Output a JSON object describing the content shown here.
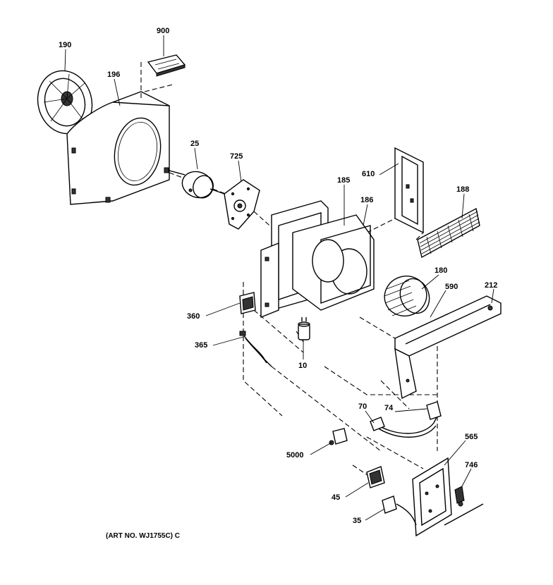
{
  "diagram": {
    "art_number": "(ART NO. WJ1755C) C",
    "part_labels": {
      "p190": "190",
      "p196": "196",
      "p900": "900",
      "p25": "25",
      "p725": "725",
      "p185": "185",
      "p186": "186",
      "p610": "610",
      "p188": "188",
      "p180": "180",
      "p590": "590",
      "p212": "212",
      "p360": "360",
      "p365": "365",
      "p10": "10",
      "p70": "70",
      "p74": "74",
      "p5000": "5000",
      "p565": "565",
      "p746": "746",
      "p45": "45",
      "p35": "35"
    }
  }
}
